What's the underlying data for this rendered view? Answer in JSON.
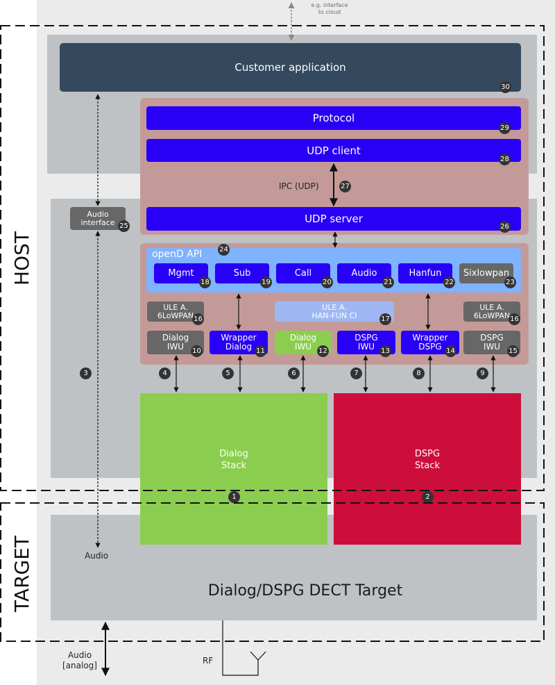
{
  "cloud_note": "e.g. interface\nto cloud",
  "host_label": "HOST",
  "target_label": "TARGET",
  "customer_app": {
    "label": "Customer application",
    "badge": "30"
  },
  "protocol": {
    "label": "Protocol",
    "badge": "29"
  },
  "udp_client": {
    "label": "UDP client",
    "badge": "28"
  },
  "ipc": {
    "label": "IPC (UDP)",
    "badge": "27"
  },
  "udp_server": {
    "label": "UDP server",
    "badge": "26"
  },
  "audio_interface": {
    "label": "Audio\ninterface",
    "badge": "25"
  },
  "opend_api": {
    "label": "openD API",
    "badge": "24"
  },
  "api_items": [
    {
      "label": "Mgmt",
      "badge": "18"
    },
    {
      "label": "Sub",
      "badge": "19"
    },
    {
      "label": "Call",
      "badge": "20"
    },
    {
      "label": "Audio",
      "badge": "21"
    },
    {
      "label": "Hanfun",
      "badge": "22"
    },
    {
      "label": "Sixlowpan",
      "badge": "23"
    }
  ],
  "ule_left": {
    "label": "ULE A.\n6LoWPAN",
    "badge": "16"
  },
  "ule_center": {
    "label": "ULE A.\nHAN-FUN CI",
    "badge": "17"
  },
  "ule_right": {
    "label": "ULE A.\n6LoWPAN",
    "badge": "16"
  },
  "iwu": [
    {
      "label": "Dialog\nIWU",
      "badge": "10"
    },
    {
      "label": "Wrapper\nDialog",
      "badge": "11"
    },
    {
      "label": "Dialog\nIWU",
      "badge": "12"
    },
    {
      "label": "DSPG\nIWU",
      "badge": "13"
    },
    {
      "label": "Wrapper\nDSPG",
      "badge": "14"
    },
    {
      "label": "DSPG\nIWU",
      "badge": "15"
    }
  ],
  "link_badges": [
    "3",
    "4",
    "5",
    "6",
    "7",
    "8",
    "9"
  ],
  "dialog_stack": {
    "label": "Dialog\nStack",
    "badge": "1"
  },
  "dspg_stack": {
    "label": "DSPG\nStack",
    "badge": "2"
  },
  "target_box": {
    "label": "Dialog/DSPG DECT Target"
  },
  "audio_label": "Audio",
  "audio_analog": "Audio\n[analog]",
  "rf_label": "RF",
  "colors": {
    "outer_bg": "#ebebeb",
    "panel": "#bfc2c5",
    "customer_app": "#34495e",
    "layer_bg": "#c49a98",
    "blue_box": "#2800f5",
    "api_bg": "#7fb2ff",
    "ule_center": "#9fb8f3",
    "gray_box": "#676767",
    "dialog_green": "#8bce4f",
    "dspg_red": "#cc0e3b",
    "badge": "#333333"
  }
}
